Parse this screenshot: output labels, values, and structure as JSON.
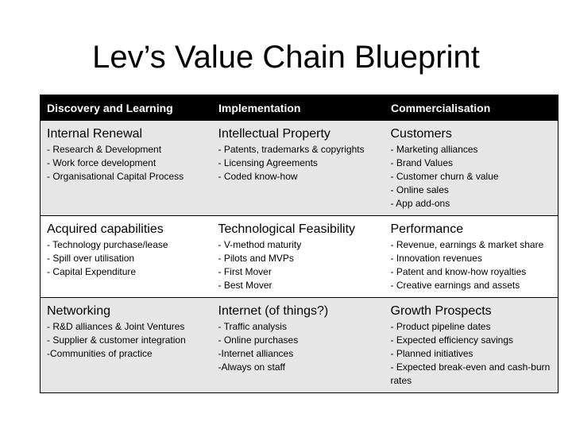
{
  "title": "Lev’s Value Chain Blueprint",
  "columns": [
    "Discovery and Learning",
    "Implementation",
    "Commercialisation"
  ],
  "rows": [
    {
      "cells": [
        {
          "heading": "Internal Renewal",
          "items": [
            "- Research & Development",
            "- Work force development",
            "- Organisational Capital Process"
          ]
        },
        {
          "heading": "Intellectual Property",
          "items": [
            "- Patents, trademarks & copyrights",
            "- Licensing Agreements",
            "- Coded know-how"
          ]
        },
        {
          "heading": "Customers",
          "items": [
            "- Marketing alliances",
            "- Brand Values",
            "- Customer churn & value",
            "- Online sales",
            "- App add-ons"
          ]
        }
      ]
    },
    {
      "cells": [
        {
          "heading": "Acquired capabilities",
          "items": [
            "- Technology purchase/lease",
            "- Spill over utilisation",
            "- Capital Expenditure"
          ]
        },
        {
          "heading": "Technological Feasibility",
          "items": [
            "- V-method maturity",
            "- Pilots and MVPs",
            "- First Mover",
            "- Best Mover"
          ]
        },
        {
          "heading": "Performance",
          "items": [
            "- Revenue, earnings & market share",
            "- Innovation revenues",
            "- Patent and know-how royalties",
            "- Creative earnings and assets"
          ]
        }
      ]
    },
    {
      "cells": [
        {
          "heading": "Networking",
          "items": [
            "- R&D alliances & Joint Ventures",
            "- Supplier & customer integration",
            "-Communities of practice"
          ]
        },
        {
          "heading": "Internet (of things?)",
          "items": [
            "- Traffic analysis",
            "- Online purchases",
            "-Internet alliances",
            "-Always on staff"
          ]
        },
        {
          "heading": "Growth Prospects",
          "items": [
            "- Product pipeline dates",
            "- Expected efficiency savings",
            "- Planned initiatives",
            "- Expected break-even and cash-burn rates"
          ]
        }
      ]
    }
  ]
}
